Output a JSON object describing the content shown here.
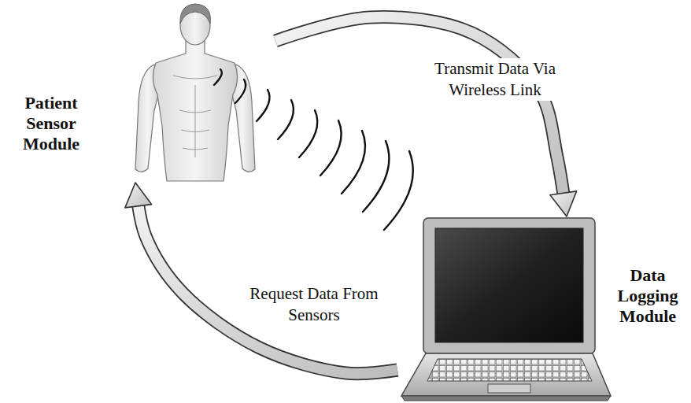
{
  "diagram": {
    "nodes": [
      {
        "text": [
          "Patient Sensor Module"
        ]
      },
      {
        "text": [
          "Data Logging Module"
        ]
      }
    ],
    "edges": [
      {
        "from": 0,
        "to": 1,
        "label": "Transmit Data Via Wireless Link",
        "arrow": "to"
      },
      {
        "from": 1,
        "to": 0,
        "label": "Request Data From Sensors",
        "arrow": "to"
      }
    ]
  }
}
